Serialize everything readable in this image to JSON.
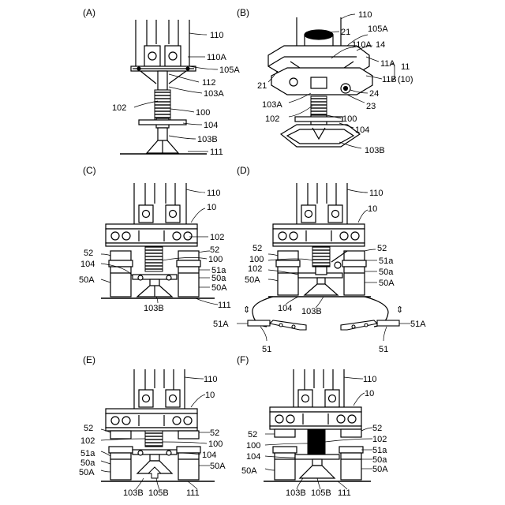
{
  "panels": {
    "A": {
      "label": "(A)",
      "refs": [
        "110",
        "110A",
        "105A",
        "112",
        "103A",
        "102",
        "100",
        "104",
        "103B",
        "111"
      ]
    },
    "B": {
      "label": "(B)",
      "refs": [
        "110",
        "21",
        "105A",
        "14",
        "110A",
        "11A",
        "11",
        "(10)",
        "11B",
        "24",
        "21",
        "103A",
        "23",
        "102",
        "100",
        "104",
        "103B"
      ]
    },
    "C": {
      "label": "(C)",
      "refs": [
        "110",
        "10",
        "102",
        "52",
        "52",
        "100",
        "104",
        "51a",
        "50a",
        "50A",
        "50A",
        "103B",
        "111"
      ]
    },
    "D": {
      "label": "(D)",
      "refs": [
        "110",
        "10",
        "52",
        "52",
        "51a",
        "100",
        "50a",
        "102",
        "50A",
        "50A",
        "104",
        "103B",
        "51A",
        "51A",
        "51",
        "51"
      ]
    },
    "E": {
      "label": "(E)",
      "refs": [
        "110",
        "10",
        "52",
        "52",
        "102",
        "100",
        "51a",
        "104",
        "50a",
        "50A",
        "50A",
        "103B",
        "105B",
        "111"
      ]
    },
    "F": {
      "label": "(F)",
      "refs": [
        "110",
        "10",
        "52",
        "52",
        "100",
        "102",
        "104",
        "51a",
        "50a",
        "50A",
        "50A",
        "103B",
        "105B",
        "111"
      ]
    }
  },
  "arrows": {
    "lift": "⇕"
  }
}
